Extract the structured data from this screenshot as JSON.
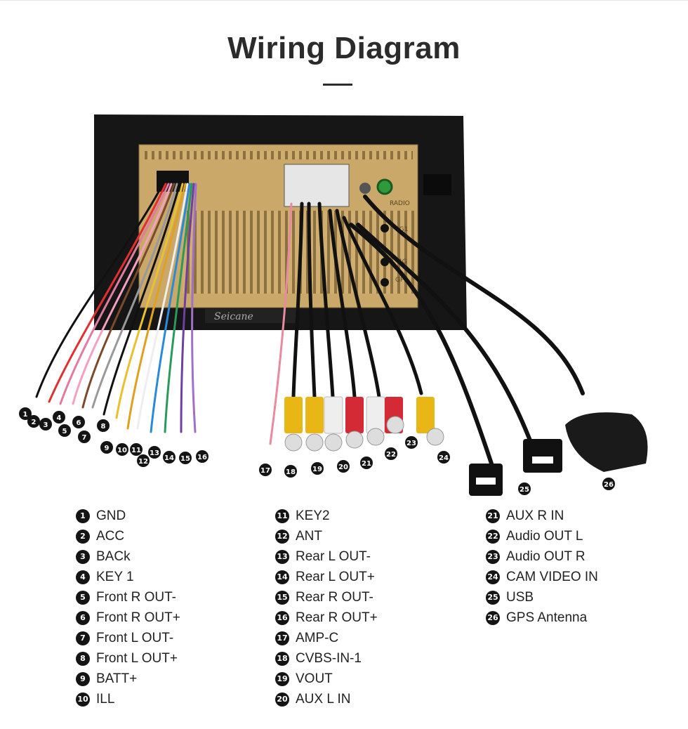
{
  "title": "Wiring Diagram",
  "unit_brand": "Seicane",
  "port_labels": [
    "RADIO",
    "4G1",
    "4G",
    "GPS"
  ],
  "legend": [
    {
      "num": "1",
      "label": "GND"
    },
    {
      "num": "2",
      "label": "ACC"
    },
    {
      "num": "3",
      "label": "BACk"
    },
    {
      "num": "4",
      "label": "KEY 1"
    },
    {
      "num": "5",
      "label": "Front R OUT-"
    },
    {
      "num": "6",
      "label": "Front R OUT+"
    },
    {
      "num": "7",
      "label": "Front L OUT-"
    },
    {
      "num": "8",
      "label": "Front L OUT+"
    },
    {
      "num": "9",
      "label": "BATT+"
    },
    {
      "num": "10",
      "label": "ILL"
    },
    {
      "num": "11",
      "label": "KEY2"
    },
    {
      "num": "12",
      "label": "ANT"
    },
    {
      "num": "13",
      "label": "Rear L OUT-"
    },
    {
      "num": "14",
      "label": "Rear L OUT+"
    },
    {
      "num": "15",
      "label": "Rear R OUT-"
    },
    {
      "num": "16",
      "label": "Rear R OUT+"
    },
    {
      "num": "17",
      "label": "AMP-C"
    },
    {
      "num": "18",
      "label": "CVBS-IN-1"
    },
    {
      "num": "19",
      "label": "VOUT"
    },
    {
      "num": "20",
      "label": "AUX L IN"
    },
    {
      "num": "21",
      "label": "AUX R IN"
    },
    {
      "num": "22",
      "label": "Audio OUT L"
    },
    {
      "num": "23",
      "label": "Audio OUT R"
    },
    {
      "num": "24",
      "label": "CAM VIDEO IN"
    },
    {
      "num": "25",
      "label": "USB"
    },
    {
      "num": "26",
      "label": "GPS Antenna"
    }
  ],
  "colors": {
    "panel": "#161616",
    "heatsink": "#c9a86a",
    "rca_red": "#d42a35",
    "rca_white": "#eeeeee",
    "rca_yellow": "#e8b715",
    "badge": "#141414"
  }
}
